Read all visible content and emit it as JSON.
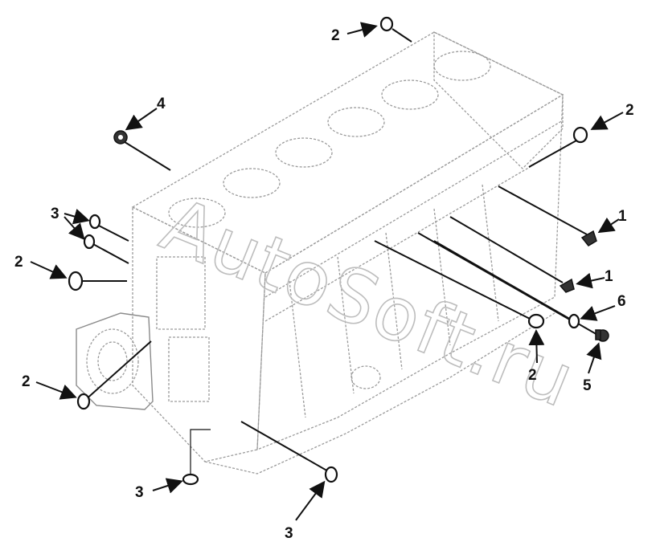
{
  "diagram": {
    "watermark": "AutoSoft.ru",
    "callouts": {
      "c2_top": "2",
      "c4": "4",
      "c2_right": "2",
      "c3_left": "3",
      "c1_upper": "1",
      "c2_left": "2",
      "c1_lower": "1",
      "c6": "6",
      "c2_center": "2",
      "c5": "5",
      "c2_bottom_left": "2",
      "c3_bottom": "3",
      "c3_bottom_center": "3"
    }
  }
}
